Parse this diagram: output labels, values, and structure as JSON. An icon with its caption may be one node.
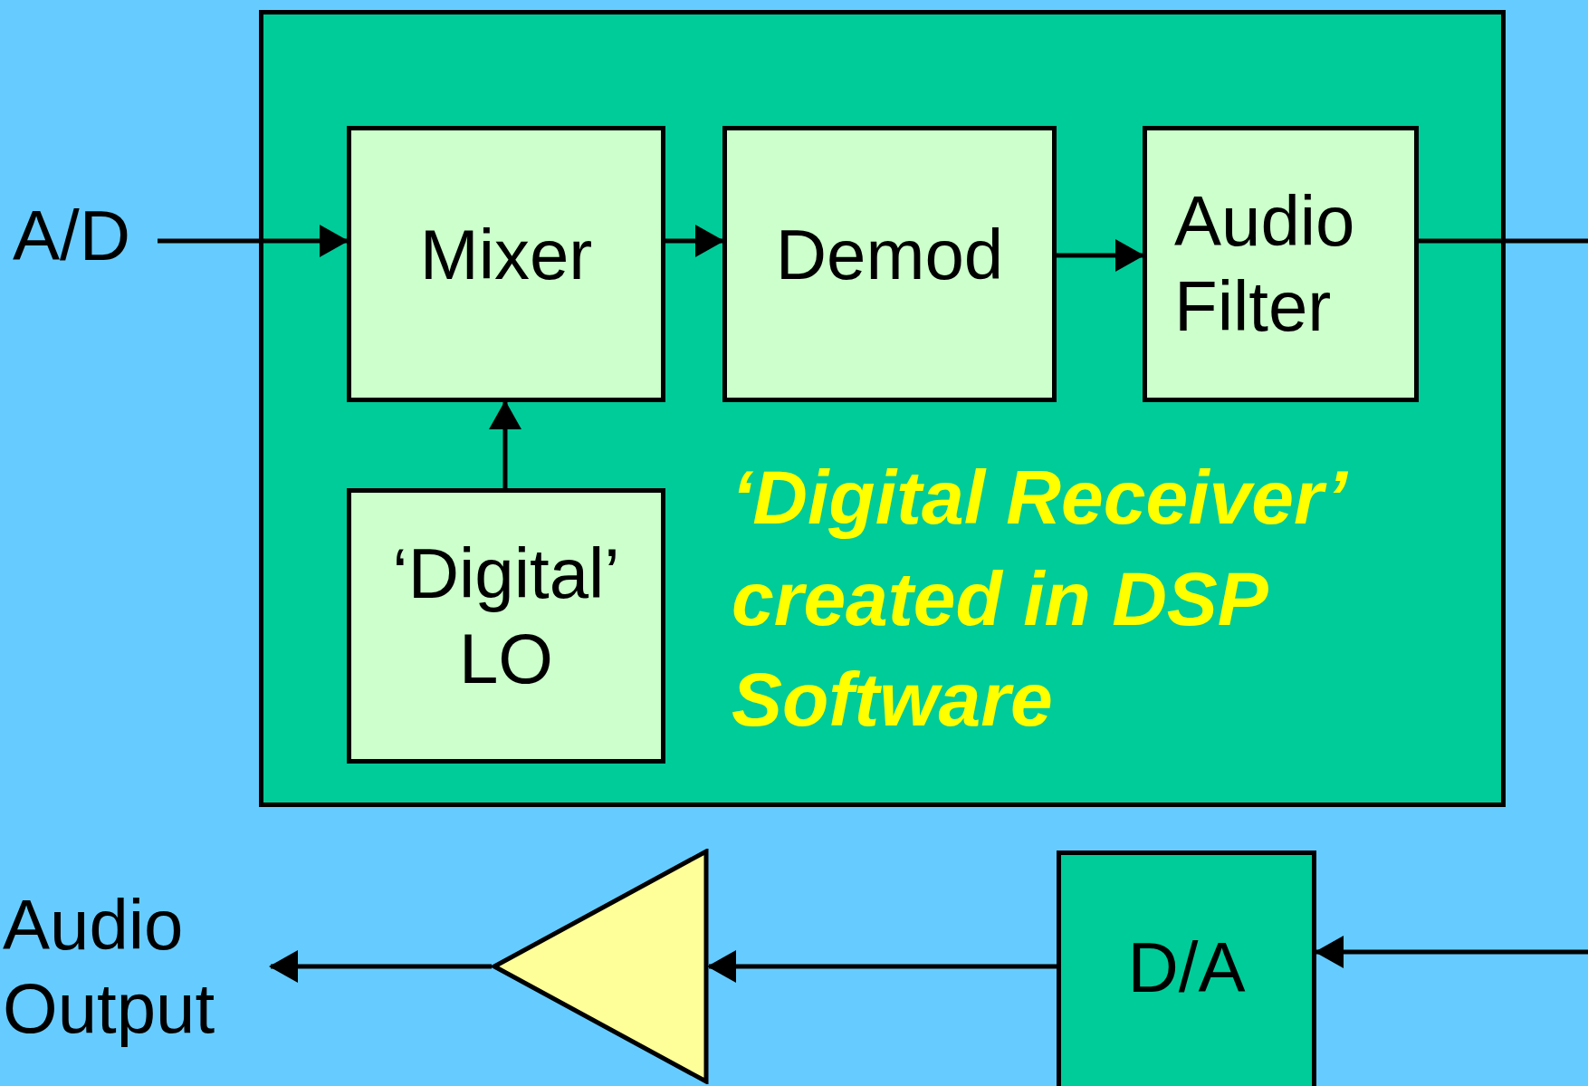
{
  "diagram": {
    "nodes": [
      {
        "text": [
          "‘Digital Receiver’ created in DSP Software"
        ]
      },
      {
        "text": [
          "Mixer"
        ],
        "in": 0
      },
      {
        "text": [
          "Demod"
        ],
        "in": 0
      },
      {
        "text": [
          "Audio Filter"
        ],
        "in": 0
      },
      {
        "text": [
          "‘Digital’ LO"
        ],
        "in": 0
      },
      {
        "text": [
          "A/D"
        ]
      },
      {
        "text": [
          "Audio Output"
        ]
      },
      {
        "text": [],
        "shape": "triangle"
      },
      {
        "text": [
          "D/A"
        ]
      }
    ],
    "edges": [
      {
        "from": 5,
        "to": 1,
        "arrow": "to"
      },
      {
        "from": 1,
        "to": 2,
        "arrow": "to"
      },
      {
        "from": 2,
        "to": 3,
        "arrow": "to"
      },
      {
        "from": 4,
        "to": 1,
        "arrow": "to"
      },
      {
        "from": 3,
        "to": null,
        "arrow": "none"
      },
      {
        "from": null,
        "to": 8,
        "arrow": "to"
      },
      {
        "from": 8,
        "to": 7,
        "arrow": "to"
      },
      {
        "from": 7,
        "to": 6,
        "arrow": "to"
      }
    ]
  }
}
